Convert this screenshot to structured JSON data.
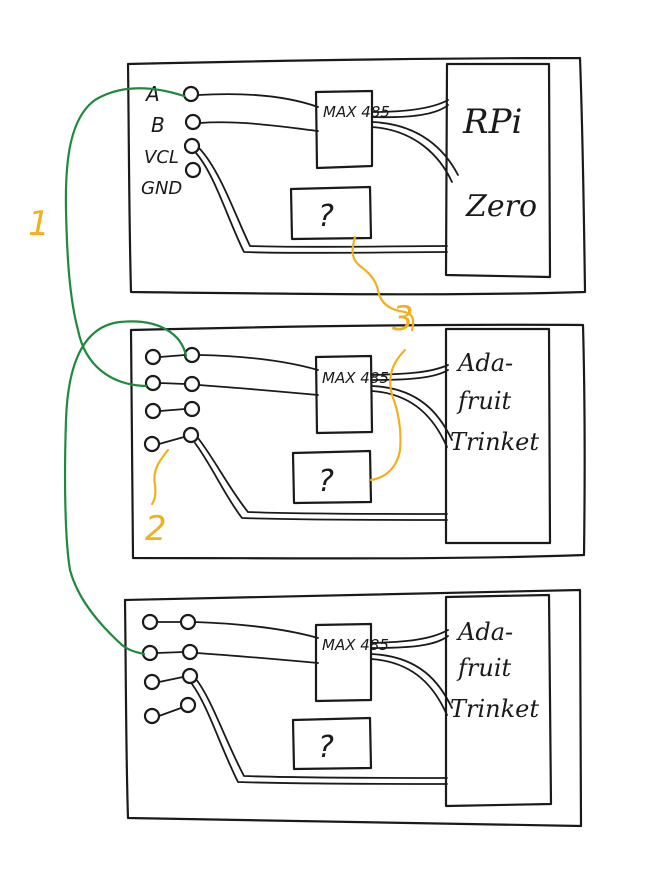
{
  "modules": [
    {
      "pins": [
        "A",
        "B",
        "VCL",
        "GND"
      ],
      "chip": "MAX 485",
      "unknown": "?",
      "board": [
        "RPi",
        "Zero"
      ]
    },
    {
      "pins": [],
      "chip": "MAX 485",
      "unknown": "?",
      "board": [
        "Ada-",
        "fruit",
        "Trinket"
      ]
    },
    {
      "pins": [],
      "chip": "MAX 485",
      "unknown": "?",
      "board": [
        "Ada-",
        "fruit",
        "Trinket"
      ]
    }
  ],
  "wire_labels": [
    "1",
    "2",
    "3"
  ],
  "colors": {
    "ink": "#1a1a1a",
    "green": "#1f8a3e",
    "yellow": "#f2b01e"
  }
}
